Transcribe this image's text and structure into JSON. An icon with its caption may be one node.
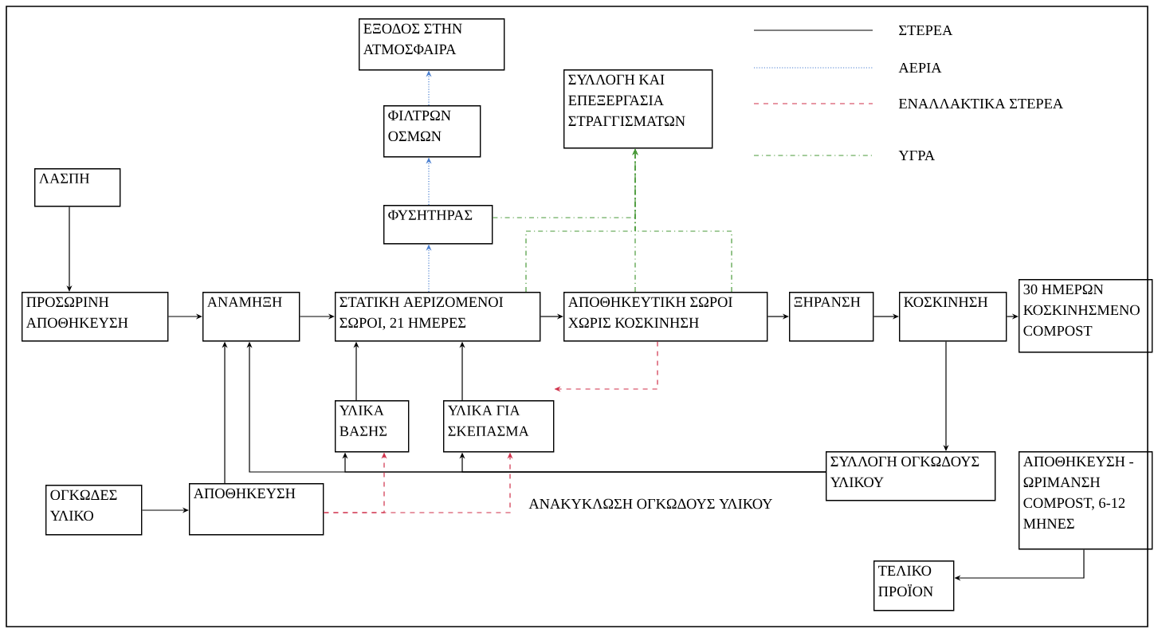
{
  "diagram": {
    "nodes": [
      {
        "text": [
          "ΕΞΟΔΟΣ ΣΤΗΝ ΑΤΜΟΣΦΑΙΡΑ"
        ]
      },
      {
        "text": [
          "ΦΙΛΤΡΩΝ ΟΣΜΩΝ"
        ]
      },
      {
        "text": [
          "ΣΥΛΛΟΓΗ ΚΑΙ ΕΠΕΞΕΡΓΑΣΙΑ ΣΤΡΑΓΓΙΣΜΑΤΩΝ"
        ]
      },
      {
        "text": [
          "ΛΑΣΠΗ"
        ]
      },
      {
        "text": [
          "ΦΥΣΗΤΗΡΑΣ"
        ]
      },
      {
        "text": [
          "ΠΡΟΣΩΡΙΝΗ ΑΠΟΘΗΚΕΥΣΗ"
        ]
      },
      {
        "text": [
          "ΑΝΑΜΗΞΗ"
        ]
      },
      {
        "text": [
          "ΣΤΑΤΙΚΗ ΑΕΡΙΖΟΜΕΝΟΙ ΣΩΡΟΙ, 21 ΗΜΕΡΕΣ"
        ]
      },
      {
        "text": [
          "ΑΠΟΘΗΚΕΥΤΙΚΗ ΣΩΡΟΙ ΧΩΡΙΣ ΚΟΣΚΙΝΗΣΗ"
        ]
      },
      {
        "text": [
          "ΞΗΡΑΝΣΗ"
        ]
      },
      {
        "text": [
          "ΚΟΣΚΙΝΗΣΗ"
        ]
      },
      {
        "text": [
          "30 ΗΜΕΡΩΝ ΚΟΣΚΙΝΗΣΜΕΝΟ COMPOST"
        ]
      },
      {
        "text": [
          "ΥΛΙΚΑ ΒΑΣΗΣ"
        ]
      },
      {
        "text": [
          "ΥΛΙΚΑ ΓΙΑ ΣΚΕΠΑΣΜΑ"
        ]
      },
      {
        "text": [
          "ΣΥΛΛΟΓΗ ΟΓΚΩΔΟΥΣ ΥΛΙΚΟΥ"
        ]
      },
      {
        "text": [
          "ΟΓΚΩΔΕΣ ΥΛΙΚΟ"
        ]
      },
      {
        "text": [
          "ΑΠΟΘΗΚΕΥΣΗ"
        ]
      },
      {
        "text": [
          "ΑΠΟΘΗΚΕΥΣΗ - ΩΡΙΜΑΝΣΗ COMPOST, 6-12 ΜΗΝΕΣ"
        ]
      },
      {
        "text": [
          "ΤΕΛΙΚΟ ΠΡΟΪΟΝ"
        ]
      }
    ],
    "edges": [
      {
        "from": 3,
        "to": 5,
        "arrow": "to"
      },
      {
        "from": 5,
        "to": 6,
        "arrow": "to"
      },
      {
        "from": 6,
        "to": 7,
        "arrow": "to"
      },
      {
        "from": 7,
        "to": 8,
        "arrow": "to"
      },
      {
        "from": 8,
        "to": 9,
        "arrow": "to"
      },
      {
        "from": 9,
        "to": 10,
        "arrow": "to"
      },
      {
        "from": 10,
        "to": 11,
        "arrow": "to"
      },
      {
        "from": 10,
        "to": 14,
        "arrow": "to"
      },
      {
        "from": 16,
        "to": 6,
        "arrow": "to"
      },
      {
        "from": 14,
        "to": 6,
        "arrow": "to"
      },
      {
        "from": 14,
        "to": 12,
        "arrow": "to"
      },
      {
        "from": 14,
        "to": 13,
        "arrow": "to"
      },
      {
        "from": 12,
        "to": 7,
        "arrow": "to"
      },
      {
        "from": 13,
        "to": 7,
        "arrow": "to"
      },
      {
        "from": 15,
        "to": 16,
        "arrow": "to"
      },
      {
        "from": 17,
        "to": 18,
        "arrow": "to"
      },
      {
        "from": 7,
        "to": 4,
        "arrow": "to",
        "style": "dashed",
        "color": "#4a7fd0"
      },
      {
        "from": 4,
        "to": 1,
        "arrow": "to",
        "style": "dashed",
        "color": "#4a7fd0"
      },
      {
        "from": 1,
        "to": 0,
        "arrow": "to",
        "style": "dashed",
        "color": "#4a7fd0"
      },
      {
        "from": 4,
        "to": 2,
        "arrow": "to",
        "style": "dashed",
        "color": "#4a9a3a"
      },
      {
        "from": 7,
        "to": 2,
        "arrow": "to",
        "style": "dashed",
        "color": "#4a9a3a"
      },
      {
        "from": 8,
        "to": 2,
        "arrow": "to",
        "style": "dashed",
        "color": "#4a9a3a"
      },
      {
        "from": 8,
        "to": 2,
        "arrow": "to",
        "style": "dashed",
        "color": "#4a9a3a"
      },
      {
        "from": 8,
        "to": 13,
        "arrow": "to",
        "style": "dashed",
        "color": "#d0304a"
      },
      {
        "from": 16,
        "to": 12,
        "arrow": "to",
        "style": "dashed",
        "color": "#d0304a"
      },
      {
        "from": 16,
        "to": 13,
        "arrow": "to",
        "style": "dashed",
        "color": "#d0304a"
      }
    ],
    "labels": [
      "ΑΝΑΚΥΚΛΩΣΗ ΟΓΚΩΔΟΥΣ ΥΛΙΚΟΥ"
    ],
    "legend": [
      {
        "text": "ΣΤΕΡΕΑ"
      },
      {
        "text": "ΑΕΡΙΑ"
      },
      {
        "text": "ΕΝΑΛΛΑΚΤΙΚΑ ΣΤΕΡΕΑ"
      },
      {
        "text": "ΥΓΡΑ"
      }
    ]
  }
}
